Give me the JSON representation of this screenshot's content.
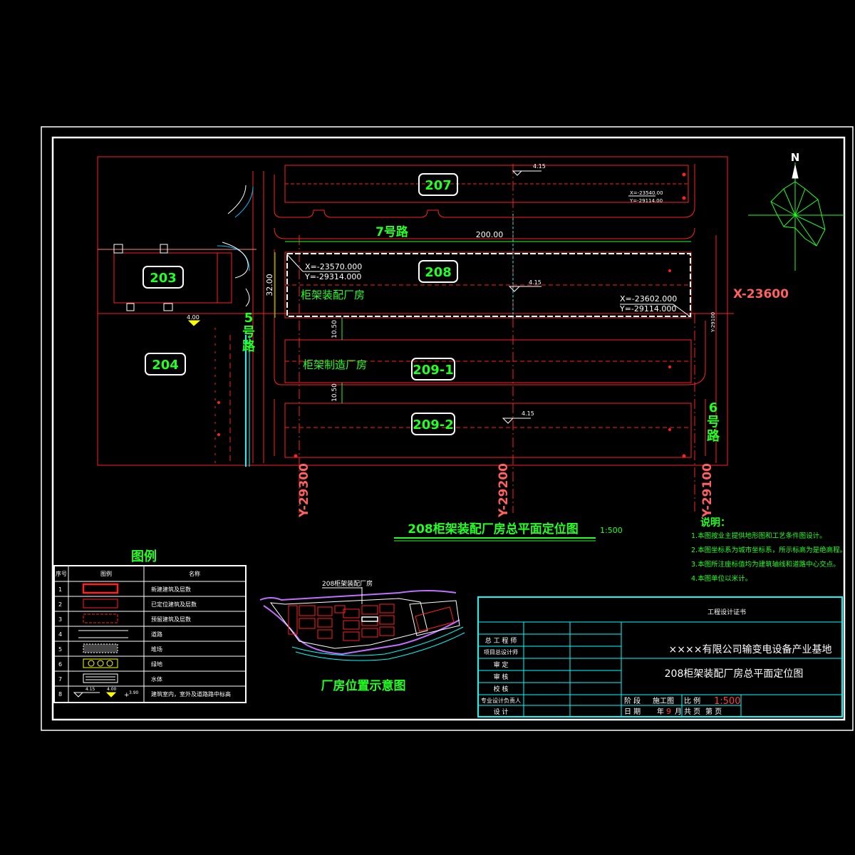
{
  "colors": {
    "background": "#000000",
    "frame": "#ffffff",
    "site_lines": "#ff2020",
    "labels_green": "#22ff22",
    "titleblock": "#00ffff",
    "highlight_white": "#ffffff",
    "axis_pink": "#ff6060"
  },
  "north": "N",
  "buildings": {
    "b207": "207",
    "b208": "208",
    "b203": "203",
    "b204": "204",
    "b209_1": "209-1",
    "b209_2": "209-2"
  },
  "roads": {
    "road7": "7号路",
    "road5_a": "5",
    "road5_b": "号",
    "road5_c": "路",
    "road6_a": "6",
    "road6_b": "号",
    "road6_c": "路"
  },
  "labels": {
    "assembly_plant": "柜架装配厂房",
    "manufacture_plant": "柜架制造厂房",
    "width_200": "200.00",
    "depth_32": "32.00",
    "spacing_1": "10.50",
    "spacing_2": "10.50",
    "elev_1": "4.15",
    "elev_2": "4.15",
    "elev_3": "4.15",
    "elev_4": "4.00"
  },
  "coordinates": {
    "c1_x": "X=-23570.000",
    "c1_y": "Y=-29314.000",
    "c2_x": "X=-23602.000",
    "c2_y": "Y=-29114.000",
    "c3_x": "X=-23540.00",
    "c3_y": "Y=-29114.00",
    "axis_x": "X-23600",
    "axis_y1": "Y-29300",
    "axis_y2": "Y-29200",
    "axis_y3": "Y-29100",
    "axis_y_small": "Y-29100"
  },
  "title": "208柜架装配厂房总平面定位图",
  "scale": "1:500",
  "notes": {
    "heading": "说明：",
    "items": [
      "1.本图按业主提供地形图和工艺条件图设计。",
      "2.本图坐标系为城市坐标系，所示标高为是绝高程。",
      "3.本图所注座标值均为建筑轴线和道路中心交点。",
      "4.本图单位以米计。"
    ]
  },
  "legend": {
    "title": "图例",
    "col_no": "序号",
    "col_symbol": "图例",
    "col_name": "名称",
    "rows": [
      {
        "no": "1",
        "name": "新建建筑及层数"
      },
      {
        "no": "2",
        "name": "已定位建筑及层数"
      },
      {
        "no": "3",
        "name": "预留建筑及层数"
      },
      {
        "no": "4",
        "name": "道路"
      },
      {
        "no": "5",
        "name": "堆场"
      },
      {
        "no": "6",
        "name": "绿地"
      },
      {
        "no": "7",
        "name": "水体"
      },
      {
        "no": "8",
        "name": "建筑室内，室外及道路路中标高"
      }
    ],
    "elev_a": "4.15",
    "elev_b": "4.00",
    "elev_c": "3.90"
  },
  "location_map": {
    "caption": "厂房位置示意图",
    "pointer_label": "208柜架装配厂房"
  },
  "titleblock": {
    "cert": "工程设计证书",
    "company": "××××有限公司输变电设备产业基地",
    "drawing_name": "208柜架装配厂房总平面定位图",
    "r1": "总 工 程 师",
    "r2": "项目总设计师",
    "r3": "审    定",
    "r4": "审    核",
    "r5": "校    核",
    "r6": "专业设计负责人",
    "r7": "设    计",
    "stage_label": "阶  段",
    "stage_value": "施工图",
    "scale_label": "比    例",
    "scale_value": "1:500",
    "date_label": "日  期",
    "year": "年",
    "month_value": "9",
    "month": "月",
    "total": "共    页",
    "page": "第    页"
  }
}
